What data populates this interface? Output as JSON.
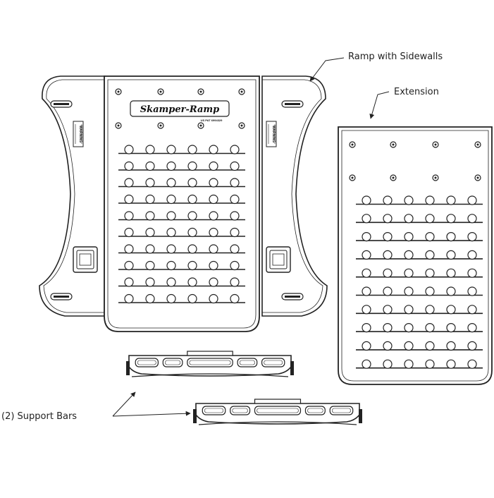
{
  "labels": {
    "ramp": "Ramp with Sidewalls",
    "extension": "Extension",
    "support_bars": "(2) Support Bars"
  },
  "ramp": {
    "brand": "Skamper-Ramp",
    "patent": "US PAT 6994329",
    "warning_title": "WARNING"
  },
  "colors": {
    "line": "#222222",
    "fill": "#ffffff"
  }
}
